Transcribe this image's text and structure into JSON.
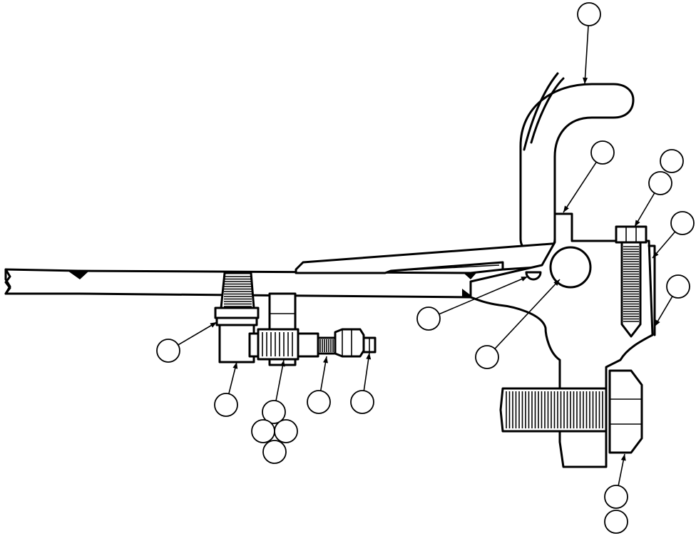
{
  "diagram": {
    "callouts": [
      {
        "id": "c1",
        "text": ""
      },
      {
        "id": "c2",
        "text": ""
      },
      {
        "id": "c3",
        "text": ""
      },
      {
        "id": "c4",
        "text": ""
      },
      {
        "id": "c5",
        "text": ""
      },
      {
        "id": "c6",
        "text": ""
      },
      {
        "id": "c7",
        "text": ""
      },
      {
        "id": "c8",
        "text": ""
      },
      {
        "id": "c9",
        "text": ""
      },
      {
        "id": "c10",
        "text": ""
      },
      {
        "id": "c11",
        "text": ""
      },
      {
        "id": "c12",
        "text": ""
      },
      {
        "id": "c13",
        "text": ""
      },
      {
        "id": "c14",
        "text": ""
      },
      {
        "id": "c15",
        "text": ""
      },
      {
        "id": "c16",
        "text": ""
      },
      {
        "id": "c17",
        "text": ""
      },
      {
        "id": "c18",
        "text": ""
      },
      {
        "id": "c19",
        "text": ""
      },
      {
        "id": "c20",
        "text": ""
      }
    ]
  }
}
